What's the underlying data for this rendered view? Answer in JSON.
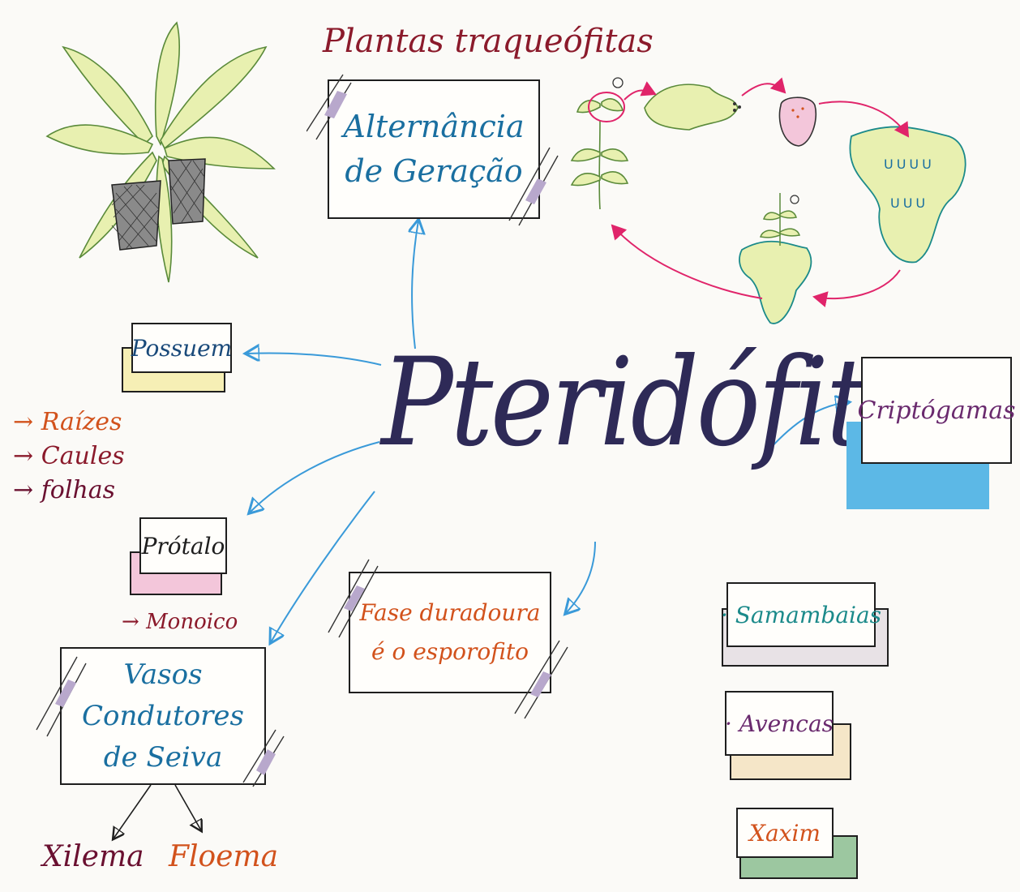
{
  "colors": {
    "ink": "#1e1e1e",
    "title": "#2e2a57",
    "blue_text": "#1a6fa0",
    "arrow_blue": "#3a9ad9",
    "red_text": "#8b1a2b",
    "orange_text": "#d2521c",
    "teal_text": "#1b8a8a",
    "purple_text": "#6a2a6e",
    "cycle_arrow": "#e0246a",
    "leaf_fill": "#e8f0b0",
    "leaf_stroke": "#5a8a3a",
    "yellow_pad": "#f6efb5",
    "blue_pad": "#5cb8e6",
    "pink_pad": "#f3c6da",
    "cream_pad": "#f5e6c8",
    "green_pad": "#9cc7a0",
    "grey_pad": "#e8e2e6"
  },
  "title": "Pteridófitas",
  "header": "Plantas traqueófitas",
  "boxes": {
    "alternancia": "Alternância de Geração",
    "possuem": "Possuem",
    "prothalo": "Prótalo",
    "vasos": "Vasos Condutores de Seiva",
    "fase": "Fase duradoura é o esporofito",
    "criptogamas": "Criptógamas",
    "samambaias": "Samambaias",
    "avencas": "Avencas",
    "xaxim": "Xaxim"
  },
  "lists": {
    "possuem_items": [
      "Raízes",
      "Caules",
      "folhas"
    ],
    "prothalo_note": "Monoico",
    "vasos_children": [
      "Xilema",
      "Floema"
    ]
  },
  "bullets": {
    "arrow": "→",
    "dot": "·"
  },
  "icons": {
    "fern": "fern-plant-icon",
    "life_cycle": "life-cycle-diagram"
  }
}
